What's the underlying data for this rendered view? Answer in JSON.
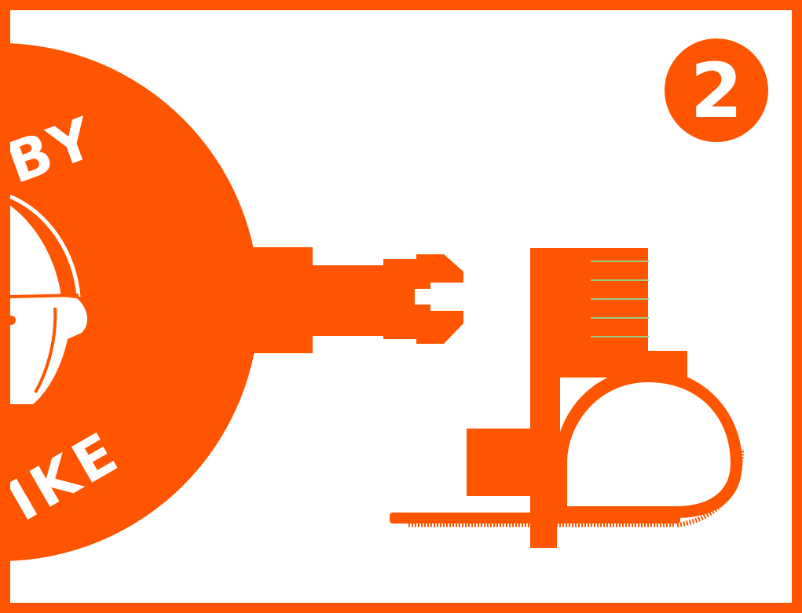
{
  "step": {
    "number": "2"
  },
  "logo": {
    "word_top": "BY",
    "word_bottom": "IKE"
  },
  "colors": {
    "accent": "#FF5500",
    "background": "#FFFFFF",
    "mark_lines": "#9ACD80"
  },
  "icons": {
    "logo": "logo-disc-icon",
    "connector": "jack-connector-icon",
    "mount": "mount-clamp-icon",
    "cable_tie": "cable-tie-icon"
  }
}
